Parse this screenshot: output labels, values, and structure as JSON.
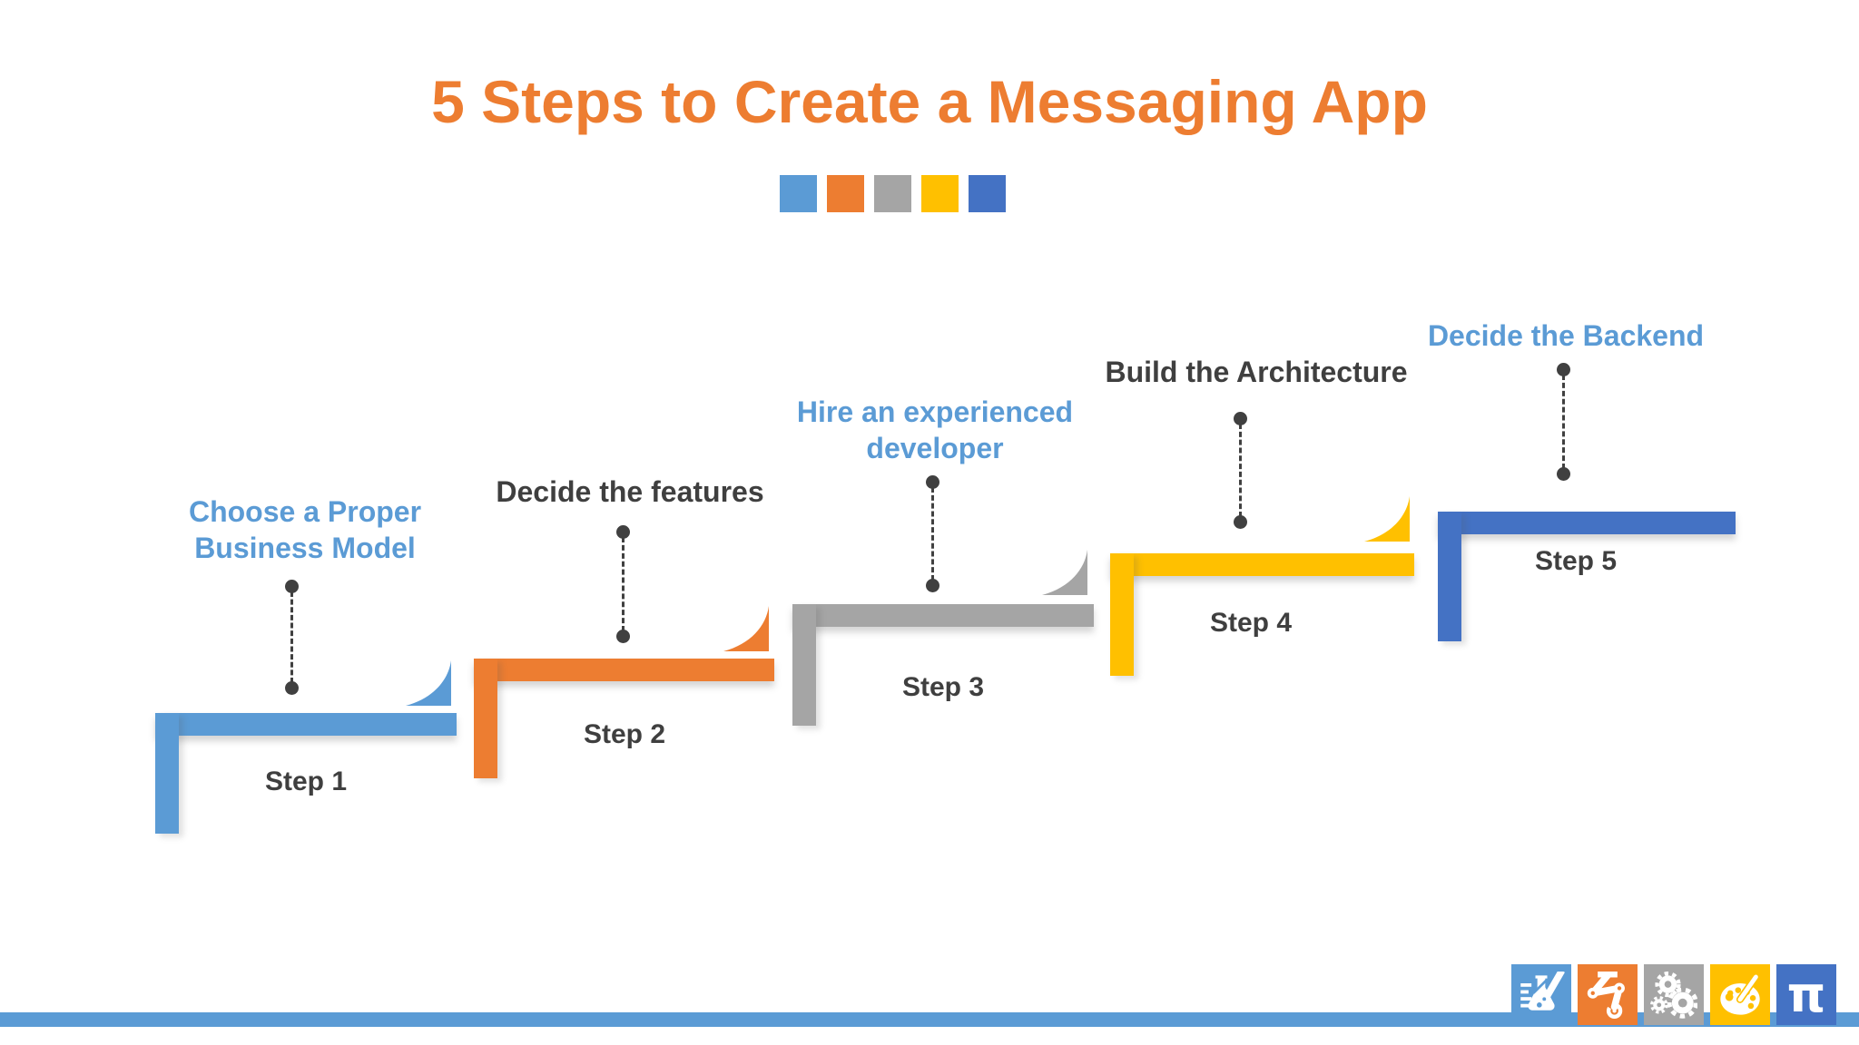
{
  "title": "5 Steps to Create a Messaging App",
  "title_color": "#ED7D31",
  "connector_color": "#404040",
  "legend_squares": [
    "#5B9BD5",
    "#ED7D31",
    "#A5A5A5",
    "#FFC000",
    "#4472C4"
  ],
  "steps": [
    {
      "label": "Step 1",
      "description": "Choose a Proper\nBusiness Model",
      "color": "#5B9BD5",
      "description_color": "#5B9BD5",
      "label_color": "#3F3F3F"
    },
    {
      "label": "Step 2",
      "description": "Decide the features",
      "color": "#ED7D31",
      "description_color": "#3F3F3F",
      "label_color": "#3F3F3F"
    },
    {
      "label": "Step 3",
      "description": "Hire an experienced\ndeveloper",
      "color": "#A5A5A5",
      "description_color": "#5B9BD5",
      "label_color": "#3F3F3F"
    },
    {
      "label": "Step 4",
      "description": "Build the Architecture",
      "color": "#FFC000",
      "description_color": "#3F3F3F",
      "label_color": "#3F3F3F"
    },
    {
      "label": "Step 5",
      "description": "Decide the Backend",
      "color": "#4472C4",
      "description_color": "#5B9BD5",
      "label_color": "#3F3F3F"
    }
  ],
  "footer": {
    "bar_color": "#5B9BD5",
    "logo": {
      "tiles": [
        {
          "icon": "science-flask",
          "color": "#5B9BD5"
        },
        {
          "icon": "robot-arm",
          "color": "#ED7D31"
        },
        {
          "icon": "gears",
          "color": "#A5A5A5"
        },
        {
          "icon": "paint-palette",
          "color": "#FFC000"
        },
        {
          "icon": "pi-symbol",
          "color": "#4472C4",
          "glyph": "π"
        }
      ]
    }
  }
}
